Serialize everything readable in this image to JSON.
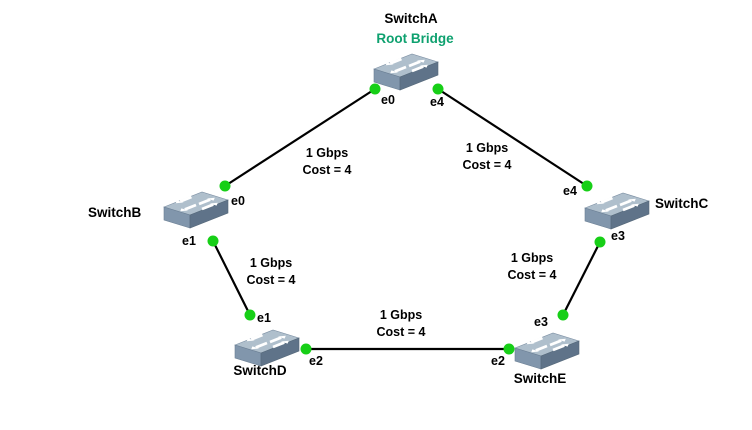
{
  "nodes": [
    {
      "name": "SwitchA",
      "badge": "Root Bridge"
    },
    {
      "name": "SwitchB"
    },
    {
      "name": "SwitchC"
    },
    {
      "name": "SwitchD"
    },
    {
      "name": "SwitchE"
    }
  ],
  "ports": [
    {
      "node": "SwitchA",
      "label": "e0"
    },
    {
      "node": "SwitchA",
      "label": "e4"
    },
    {
      "node": "SwitchB",
      "label": "e0"
    },
    {
      "node": "SwitchB",
      "label": "e1"
    },
    {
      "node": "SwitchC",
      "label": "e4"
    },
    {
      "node": "SwitchC",
      "label": "e3"
    },
    {
      "node": "SwitchD",
      "label": "e1"
    },
    {
      "node": "SwitchD",
      "label": "e2"
    },
    {
      "node": "SwitchE",
      "label": "e3"
    },
    {
      "node": "SwitchE",
      "label": "e2"
    }
  ],
  "links": [
    {
      "from": "SwitchA:e0",
      "to": "SwitchB:e0",
      "speed": "1 Gbps",
      "cost": "Cost = 4"
    },
    {
      "from": "SwitchA:e4",
      "to": "SwitchC:e4",
      "speed": "1 Gbps",
      "cost": "Cost = 4"
    },
    {
      "from": "SwitchB:e1",
      "to": "SwitchD:e1",
      "speed": "1 Gbps",
      "cost": "Cost = 4"
    },
    {
      "from": "SwitchC:e3",
      "to": "SwitchE:e3",
      "speed": "1 Gbps",
      "cost": "Cost = 4"
    },
    {
      "from": "SwitchD:e2",
      "to": "SwitchE:e2",
      "speed": "1 Gbps",
      "cost": "Cost = 4"
    }
  ],
  "colors": {
    "root_bridge_text": "#0EA16F",
    "port_status_dot": "#17CF17",
    "link_line": "#000000",
    "text": "#000000",
    "background": "#FFFFFF"
  }
}
